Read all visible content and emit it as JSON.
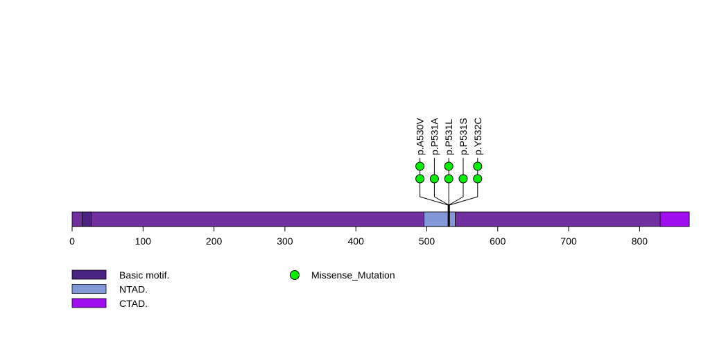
{
  "chart_data": {
    "type": "lollipop",
    "protein_length": 870,
    "x_axis": {
      "range": [
        0,
        870
      ],
      "ticks": [
        0,
        100,
        200,
        300,
        400,
        500,
        600,
        700,
        800
      ],
      "tick_labels": [
        "0",
        "100",
        "200",
        "300",
        "400",
        "500",
        "600",
        "700",
        "800"
      ]
    },
    "backbone_color": "#7030A0",
    "domains": [
      {
        "name": "Basic motif.",
        "start": 14,
        "end": 27,
        "color": "#4B2182"
      },
      {
        "name": "NTAD.",
        "start": 496,
        "end": 540,
        "color": "#8298D9"
      },
      {
        "name": "CTAD.",
        "start": 829,
        "end": 870,
        "color": "#A10EEE"
      }
    ],
    "mutations": [
      {
        "label": "p.A530V",
        "position": 530,
        "count": 2,
        "type": "Missense_Mutation"
      },
      {
        "label": "p.P531A",
        "position": 531,
        "count": 1,
        "type": "Missense_Mutation"
      },
      {
        "label": "p.P531L",
        "position": 531,
        "count": 2,
        "type": "Missense_Mutation"
      },
      {
        "label": "p.P531S",
        "position": 531,
        "count": 1,
        "type": "Missense_Mutation"
      },
      {
        "label": "p.Y532C",
        "position": 532,
        "count": 2,
        "type": "Missense_Mutation"
      }
    ],
    "mutation_legend": [
      {
        "label": "Missense_Mutation",
        "color": "#00EE00"
      }
    ],
    "domain_legend": [
      {
        "label": "Basic motif.",
        "color": "#4B2182"
      },
      {
        "label": "NTAD.",
        "color": "#8298D9"
      },
      {
        "label": "CTAD.",
        "color": "#A10EEE"
      }
    ]
  }
}
